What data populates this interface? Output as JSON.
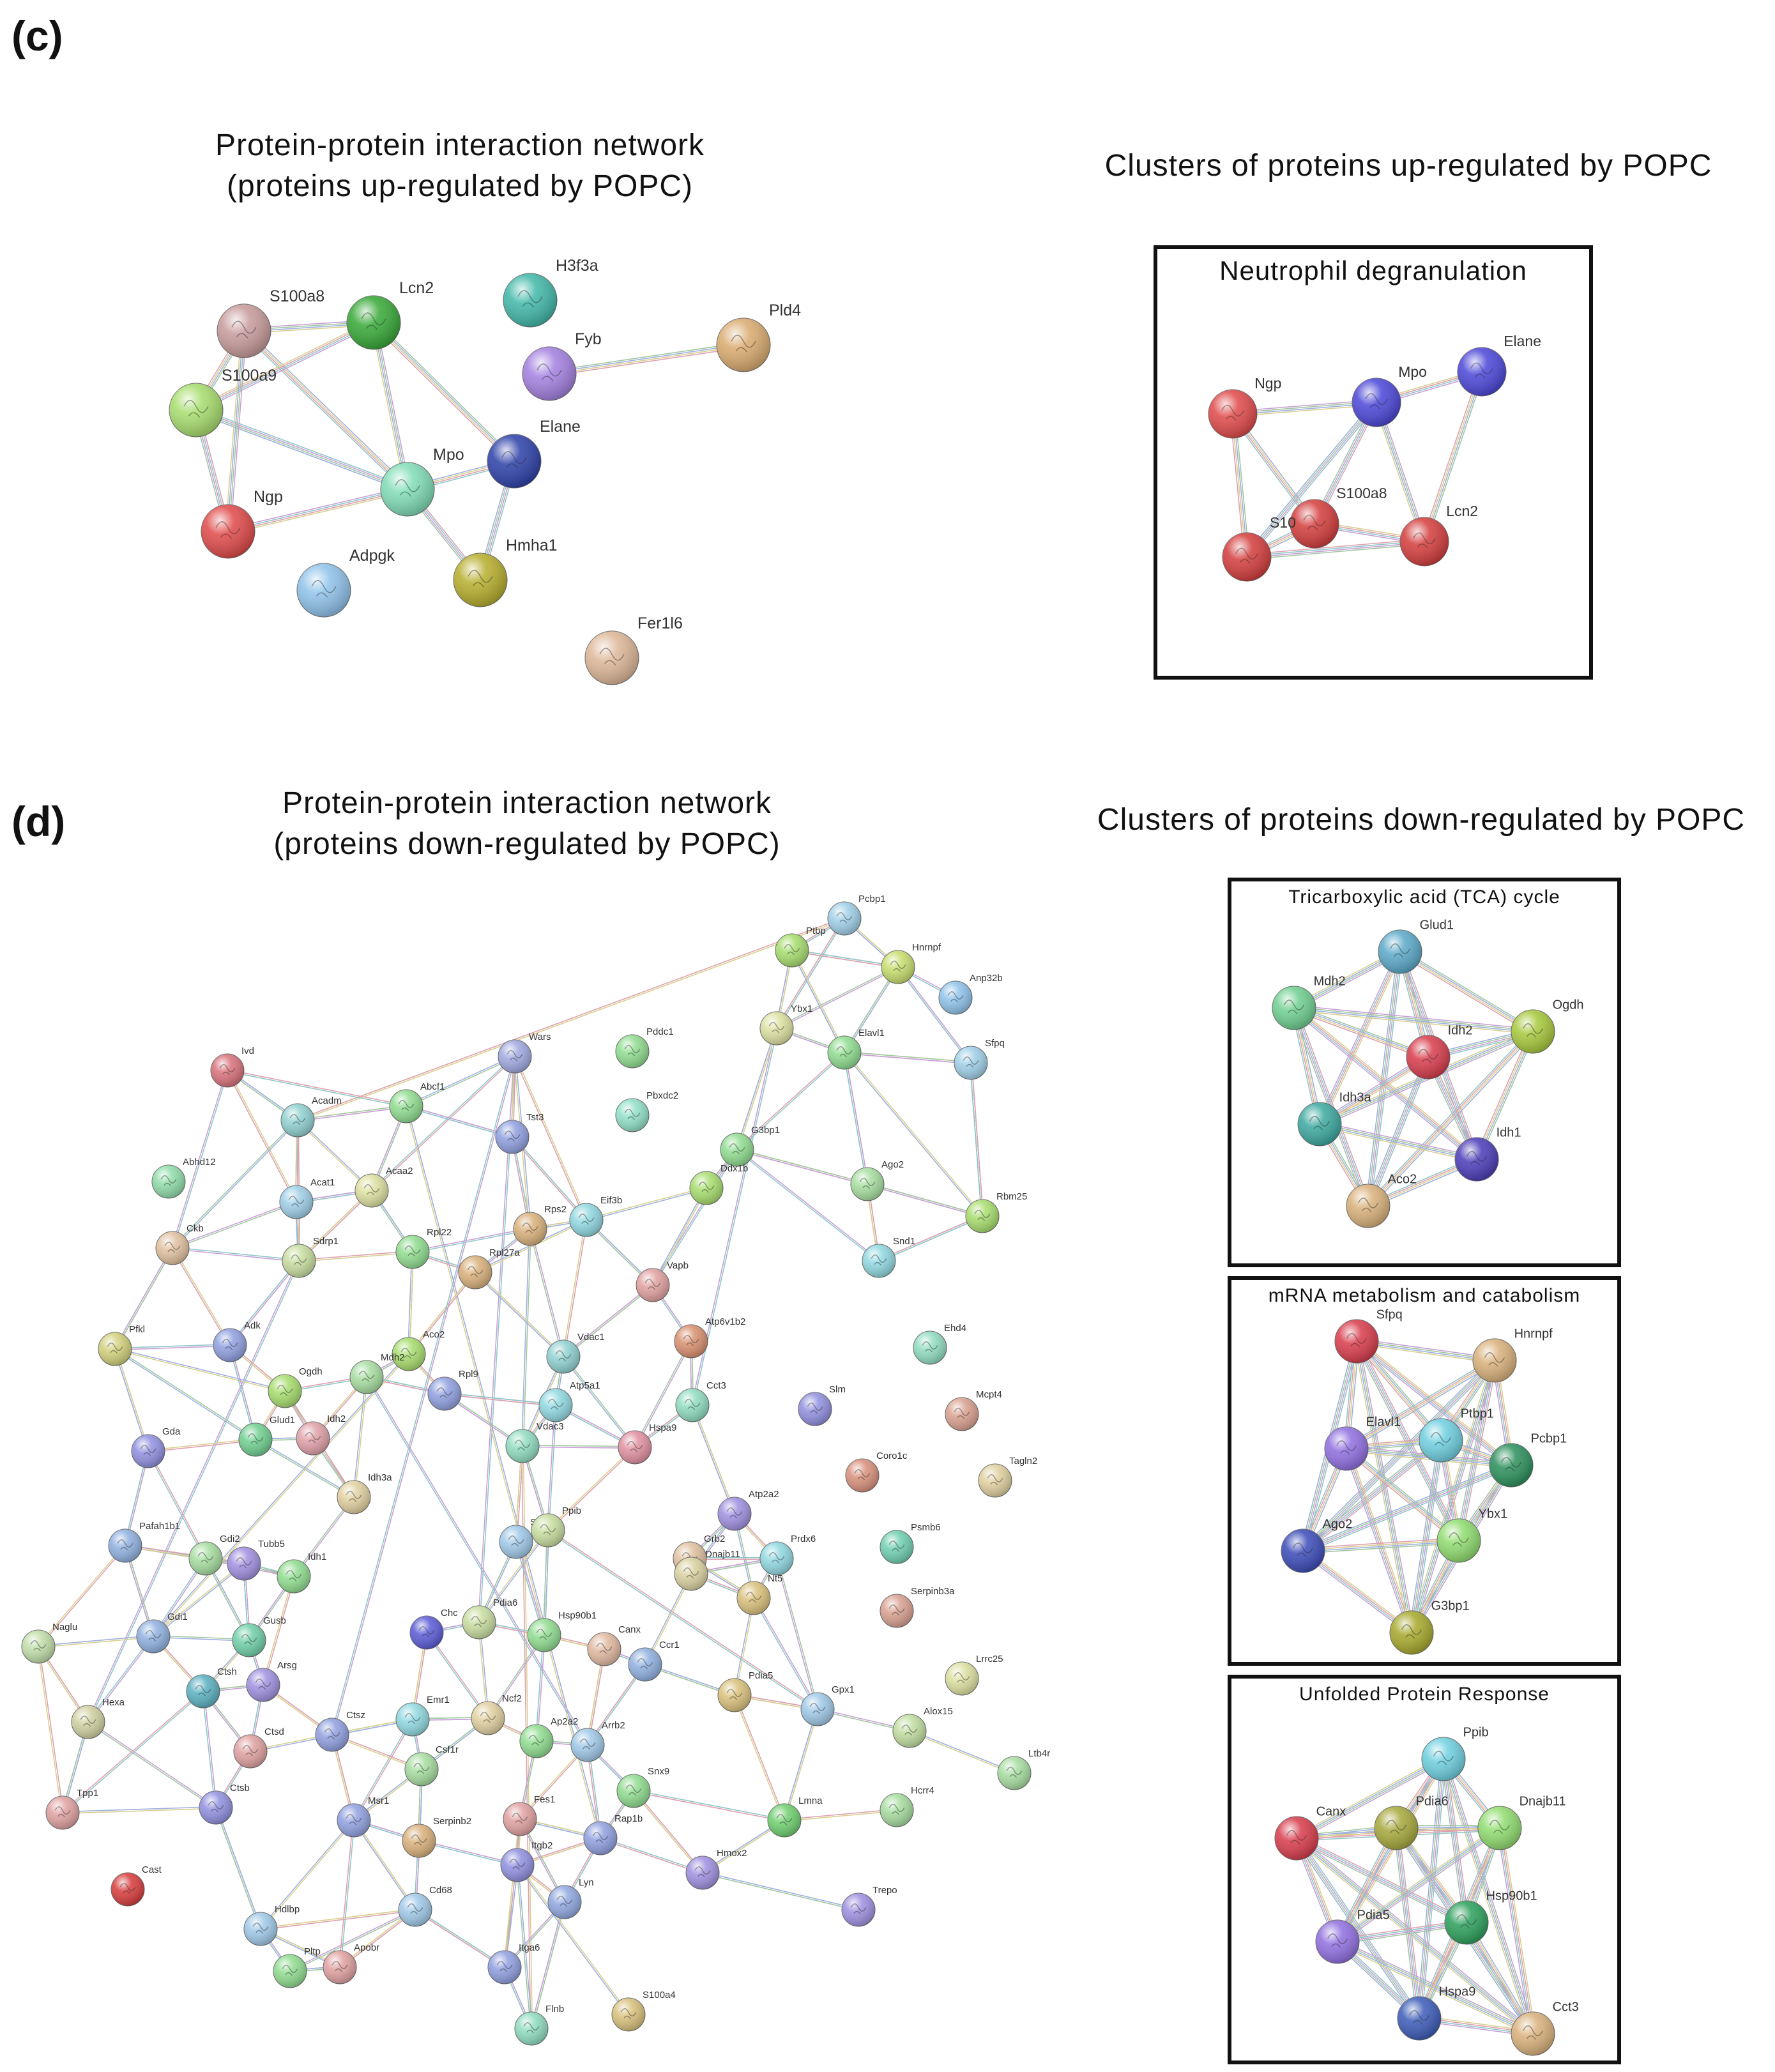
{
  "panel_c": {
    "letter": "(c)",
    "network_title_1": "Protein-protein interaction network",
    "network_title_2": "(proteins up-regulated by POPC)",
    "clusters_title": "Clusters of proteins up-regulated by POPC",
    "network": {
      "nodes": [
        {
          "id": "S100a8",
          "color": "#c79a9a"
        },
        {
          "id": "Lcn2",
          "color": "#35a835"
        },
        {
          "id": "H3f3a",
          "color": "#3fb7a8"
        },
        {
          "id": "Pld4",
          "color": "#d9aa6e"
        },
        {
          "id": "Fyb",
          "color": "#a37fe0"
        },
        {
          "id": "S100a9",
          "color": "#a6dd6c"
        },
        {
          "id": "Mpo",
          "color": "#7fdcb5"
        },
        {
          "id": "Elane",
          "color": "#2b3fa8"
        },
        {
          "id": "Ngp",
          "color": "#e04848"
        },
        {
          "id": "Hmha1",
          "color": "#b6ad2b"
        },
        {
          "id": "Adpgk",
          "color": "#8fc2ea"
        },
        {
          "id": "Fer1l6",
          "color": "#ddb797"
        }
      ]
    },
    "clusters": [
      {
        "title": "Neutrophil degranulation",
        "nodes": [
          {
            "id": "Ngp",
            "color": "#e04848"
          },
          {
            "id": "Mpo",
            "color": "#4a45d8"
          },
          {
            "id": "Elane",
            "color": "#4a45d8"
          },
          {
            "id": "S100a8",
            "color": "#d43b3b"
          },
          {
            "id": "S10",
            "color": "#d43b3b"
          },
          {
            "id": "Lcn2",
            "color": "#d43b3b"
          }
        ]
      }
    ]
  },
  "panel_d": {
    "letter": "(d)",
    "network_title_1": "Protein-protein interaction network",
    "network_title_2": "(proteins down-regulated by POPC)",
    "clusters_title": "Clusters of proteins down-regulated by POPC",
    "network": {
      "nodes": [
        {
          "id": "Pcbp1",
          "color": "#9fcfe8"
        },
        {
          "id": "Ptbp",
          "color": "#a6dd6c"
        },
        {
          "id": "Hnrnpf",
          "color": "#c7dd6c"
        },
        {
          "id": "Anp32b",
          "color": "#8fc2ea"
        },
        {
          "id": "Ybx1",
          "color": "#dde0a0"
        },
        {
          "id": "Elavl1",
          "color": "#8fdc8f"
        },
        {
          "id": "Sfpq",
          "color": "#9fcfe8"
        },
        {
          "id": "Ivd",
          "color": "#d9707a"
        },
        {
          "id": "Wars",
          "color": "#9fa8e0"
        },
        {
          "id": "Pddc1",
          "color": "#8fdc8f"
        },
        {
          "id": "Pbxdc2",
          "color": "#8fe0c8"
        },
        {
          "id": "Acadm",
          "color": "#8fd0d0"
        },
        {
          "id": "Abcf1",
          "color": "#8fdc8f"
        },
        {
          "id": "Tst3",
          "color": "#8f9fe0"
        },
        {
          "id": "G3bp1",
          "color": "#8fdc8f"
        },
        {
          "id": "Ddx1b",
          "color": "#a6dd6c"
        },
        {
          "id": "Ago2",
          "color": "#a6dd9f"
        },
        {
          "id": "Abhd12",
          "color": "#8fdca8"
        },
        {
          "id": "Acat1",
          "color": "#9fcfe8"
        },
        {
          "id": "Acaa2",
          "color": "#dde0a0"
        },
        {
          "id": "Rps2",
          "color": "#d9b07a"
        },
        {
          "id": "Eif3b",
          "color": "#8fd8e0"
        },
        {
          "id": "Rbm25",
          "color": "#a6dd6c"
        },
        {
          "id": "Ckb",
          "color": "#e0c09f"
        },
        {
          "id": "Sdrp1",
          "color": "#c7dd9f"
        },
        {
          "id": "Rpl22",
          "color": "#8fdc8f"
        },
        {
          "id": "Rpl27a",
          "color": "#d9b07a"
        },
        {
          "id": "Snd1",
          "color": "#8fd8e0"
        },
        {
          "id": "Vapb",
          "color": "#e0a09f"
        },
        {
          "id": "Pfkl",
          "color": "#d0d07a"
        },
        {
          "id": "Adk",
          "color": "#8f9fe0"
        },
        {
          "id": "Aco2",
          "color": "#a6dd6c"
        },
        {
          "id": "Vdac1",
          "color": "#8fd0d0"
        },
        {
          "id": "Atp6v1b2",
          "color": "#d98f6e"
        },
        {
          "id": "Ehd4",
          "color": "#8fdcc0"
        },
        {
          "id": "Ogdh",
          "color": "#a6dd6c"
        },
        {
          "id": "Mdh2",
          "color": "#a6dd9f"
        },
        {
          "id": "Rpl9",
          "color": "#8f9fe0"
        },
        {
          "id": "Atp5a1",
          "color": "#8fd8e0"
        },
        {
          "id": "Cct3",
          "color": "#8fdcc0"
        },
        {
          "id": "Slm",
          "color": "#8f8fe0"
        },
        {
          "id": "Mcpt4",
          "color": "#d9a08f"
        },
        {
          "id": "Glud1",
          "color": "#6ecf8f"
        },
        {
          "id": "Idh2",
          "color": "#e0a0a8"
        },
        {
          "id": "Vdac3",
          "color": "#8fdcc0"
        },
        {
          "id": "Hspa9",
          "color": "#e08f9f"
        },
        {
          "id": "Gda",
          "color": "#8f8fe0"
        },
        {
          "id": "Idh3a",
          "color": "#e0d09f"
        },
        {
          "id": "Coro1c",
          "color": "#d9907a"
        },
        {
          "id": "Tagln2",
          "color": "#e0d09f"
        },
        {
          "id": "Atp2a2",
          "color": "#9f8fe0"
        },
        {
          "id": "Pafah1b1",
          "color": "#8fb0e0"
        },
        {
          "id": "Gdi2",
          "color": "#a6dd9f"
        },
        {
          "id": "Tubb5",
          "color": "#a08fe0"
        },
        {
          "id": "Idh1",
          "color": "#8fdc8f"
        },
        {
          "id": "Sar1",
          "color": "#9fc8e8"
        },
        {
          "id": "Ppib",
          "color": "#c7dd9f"
        },
        {
          "id": "Grb2",
          "color": "#e0c09f"
        },
        {
          "id": "Prdx6",
          "color": "#8fd8e0"
        },
        {
          "id": "Psmb6",
          "color": "#6ecfb0"
        },
        {
          "id": "Nt5",
          "color": "#d9c07a"
        },
        {
          "id": "Dnajb11",
          "color": "#d9d09f"
        },
        {
          "id": "Serpinb3a",
          "color": "#d9a08f"
        },
        {
          "id": "Naglu",
          "color": "#c0dda8"
        },
        {
          "id": "Gdi1",
          "color": "#8fb0e0"
        },
        {
          "id": "Gusb",
          "color": "#6ecfa8"
        },
        {
          "id": "Chc",
          "color": "#5a5ad8"
        },
        {
          "id": "Pdia6",
          "color": "#c7dd9f"
        },
        {
          "id": "Hsp90b1",
          "color": "#8fdc8f"
        },
        {
          "id": "Canx",
          "color": "#e0b89f"
        },
        {
          "id": "Ccr1",
          "color": "#8fb0e0"
        },
        {
          "id": "Lrrc25",
          "color": "#dde0a0"
        },
        {
          "id": "Hexa",
          "color": "#d0d0a0"
        },
        {
          "id": "Ctsh",
          "color": "#5ab0c0"
        },
        {
          "id": "Arsg",
          "color": "#9f8fe0"
        },
        {
          "id": "Ctsd",
          "color": "#e0a0a0"
        },
        {
          "id": "Ctsz",
          "color": "#8f9fe0"
        },
        {
          "id": "Emr1",
          "color": "#8fd8e0"
        },
        {
          "id": "Ncf2",
          "color": "#e0d09f"
        },
        {
          "id": "Ap2a2",
          "color": "#8fdc8f"
        },
        {
          "id": "Arrb2",
          "color": "#9fc8e8"
        },
        {
          "id": "Pdia5",
          "color": "#d9c07a"
        },
        {
          "id": "Gpx1",
          "color": "#9fc8e8"
        },
        {
          "id": "Alox15",
          "color": "#c0dd9f"
        },
        {
          "id": "Ltb4r",
          "color": "#a6dd9f"
        },
        {
          "id": "Tpp1",
          "color": "#e0a0a0"
        },
        {
          "id": "Csf1r",
          "color": "#a6dd9f"
        },
        {
          "id": "Ctsb",
          "color": "#8f8fe0"
        },
        {
          "id": "Msr1",
          "color": "#8fa0e0"
        },
        {
          "id": "Fes1",
          "color": "#e0a0a0"
        },
        {
          "id": "Snx9",
          "color": "#8fdc8f"
        },
        {
          "id": "Lmna",
          "color": "#6ecf6e"
        },
        {
          "id": "Hcrr4",
          "color": "#a6dd9f"
        },
        {
          "id": "Serpinb2",
          "color": "#d9b07a"
        },
        {
          "id": "Itgb2",
          "color": "#8f8fe0"
        },
        {
          "id": "Rap1b",
          "color": "#8f9fe0"
        },
        {
          "id": "Cast",
          "color": "#d83a3a"
        },
        {
          "id": "Cd68",
          "color": "#9fc8e8"
        },
        {
          "id": "Lyn",
          "color": "#8fa8e0"
        },
        {
          "id": "Hmox2",
          "color": "#9f8fe0"
        },
        {
          "id": "Trepo",
          "color": "#9f8fe0"
        },
        {
          "id": "Hdlbp",
          "color": "#9fc8e8"
        },
        {
          "id": "Pltp",
          "color": "#8fdc8f"
        },
        {
          "id": "Apobr",
          "color": "#e0a0a0"
        },
        {
          "id": "Itga6",
          "color": "#8f9fe0"
        },
        {
          "id": "Flnb",
          "color": "#8fdcc0"
        },
        {
          "id": "S100a4",
          "color": "#d9c07a"
        }
      ]
    },
    "clusters": [
      {
        "title": "Tricarboxylic acid (TCA) cycle",
        "nodes": [
          {
            "id": "Glud1",
            "color": "#5aa8c8"
          },
          {
            "id": "Mdh2",
            "color": "#6ecf8f"
          },
          {
            "id": "Ogdh",
            "color": "#a6c83a"
          },
          {
            "id": "Idh2",
            "color": "#d83a4a"
          },
          {
            "id": "Idh3a",
            "color": "#3aa89f"
          },
          {
            "id": "Idh1",
            "color": "#4a3ab8"
          },
          {
            "id": "Aco2",
            "color": "#d9b07a"
          }
        ]
      },
      {
        "title": "mRNA metabolism and catabolism",
        "nodes": [
          {
            "id": "Sfpq",
            "color": "#d83a4a"
          },
          {
            "id": "Hnrnpf",
            "color": "#d9b07a"
          },
          {
            "id": "Ptbp1",
            "color": "#6ecfe0"
          },
          {
            "id": "Elavl1",
            "color": "#8f6ee0"
          },
          {
            "id": "Pcbp1",
            "color": "#2a8f5a"
          },
          {
            "id": "Ybx1",
            "color": "#8fdc6e"
          },
          {
            "id": "Ago2",
            "color": "#3a4ab8"
          },
          {
            "id": "G3bp1",
            "color": "#a6a82a"
          }
        ]
      },
      {
        "title": "Unfolded Protein Response",
        "nodes": [
          {
            "id": "Ppib",
            "color": "#6ecfe0"
          },
          {
            "id": "Canx",
            "color": "#d83a4a"
          },
          {
            "id": "Pdia6",
            "color": "#a6a83a"
          },
          {
            "id": "Dnajb11",
            "color": "#8fdc6e"
          },
          {
            "id": "Pdia5",
            "color": "#8f6ee0"
          },
          {
            "id": "Hsp90b1",
            "color": "#2a9f5a"
          },
          {
            "id": "Hspa9",
            "color": "#3a5ab8"
          },
          {
            "id": "Cct3",
            "color": "#d9b07a"
          }
        ]
      }
    ]
  }
}
